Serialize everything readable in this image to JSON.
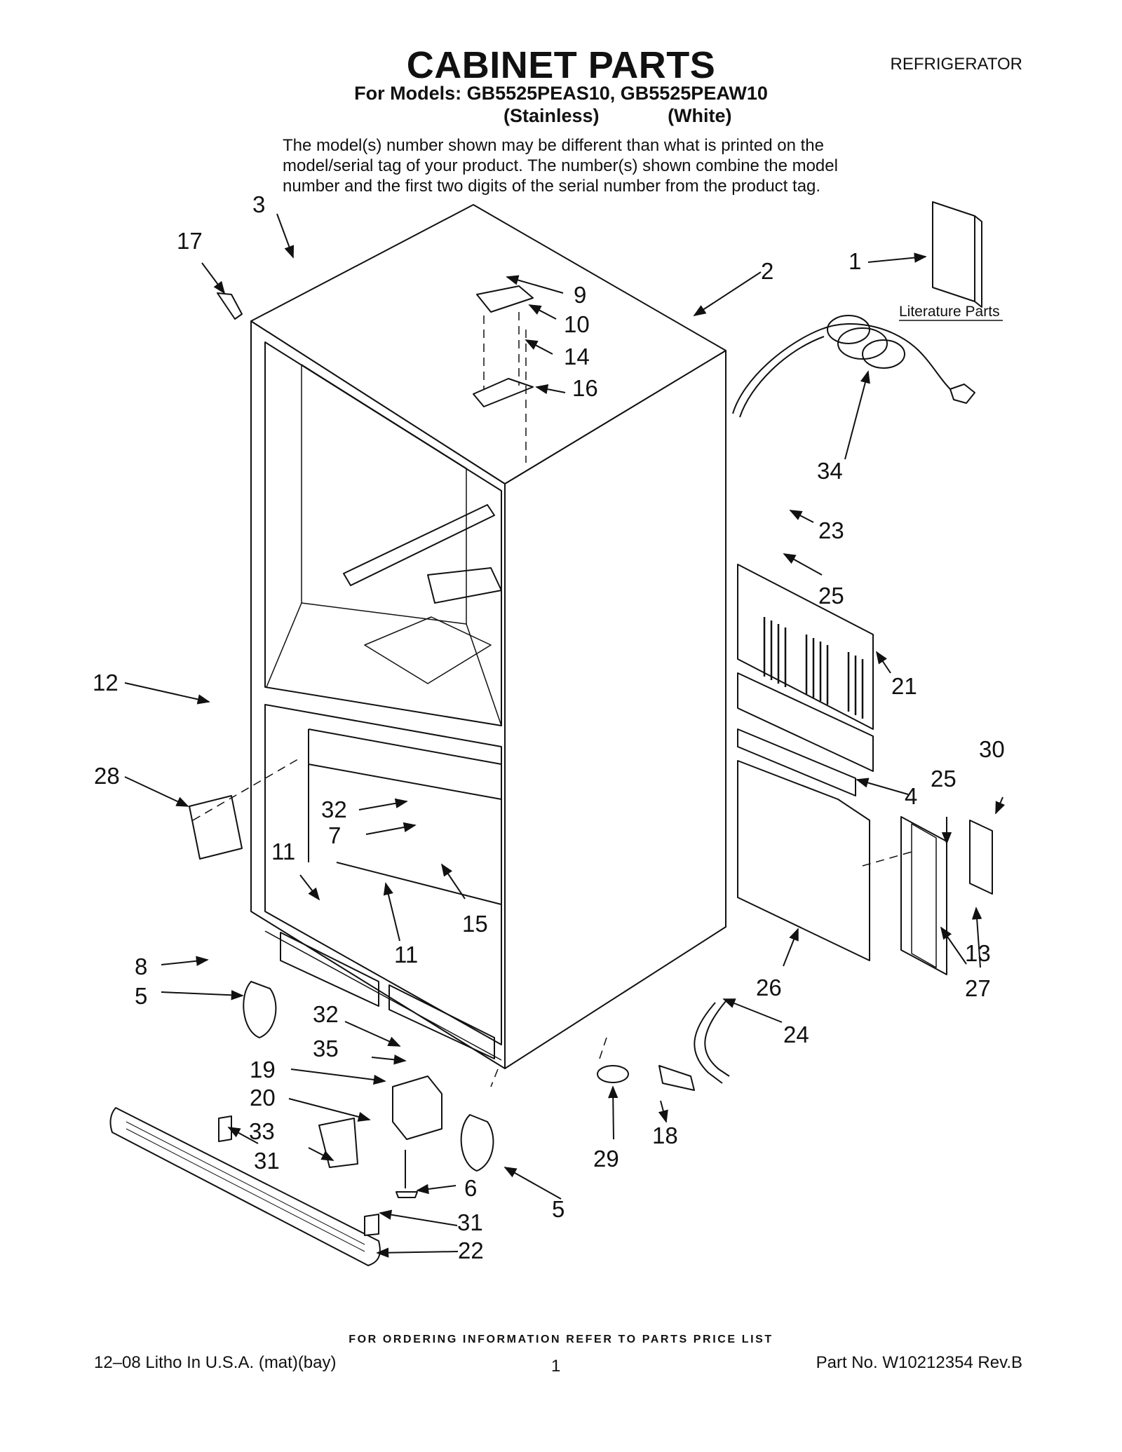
{
  "header": {
    "title": "CABINET PARTS",
    "category": "REFRIGERATOR",
    "models_line": "For Models: GB5525PEAS10, GB5525PEAW10",
    "variant_1": "(Stainless)",
    "variant_2": "(White)",
    "note_lines": [
      "The model(s) number shown may be different than what is printed on the",
      "model/serial tag of your product. The number(s) shown combine the model",
      "number and the first two digits of the serial number from the product tag."
    ]
  },
  "diagram": {
    "literature_label": "Literature Parts",
    "callouts": [
      "1",
      "2",
      "3",
      "4",
      "5",
      "5",
      "6",
      "7",
      "8",
      "9",
      "10",
      "11",
      "11",
      "12",
      "13",
      "14",
      "15",
      "16",
      "17",
      "18",
      "19",
      "20",
      "21",
      "22",
      "23",
      "24",
      "25",
      "25",
      "26",
      "27",
      "28",
      "29",
      "30",
      "31",
      "31",
      "32",
      "32",
      "33",
      "34",
      "35"
    ]
  },
  "footer": {
    "ordering_note": "FOR ORDERING INFORMATION REFER TO PARTS PRICE LIST",
    "litho": "12–08 Litho In U.S.A. (mat)(bay)",
    "page": "1",
    "part_no": "Part No. W10212354 Rev.B"
  }
}
